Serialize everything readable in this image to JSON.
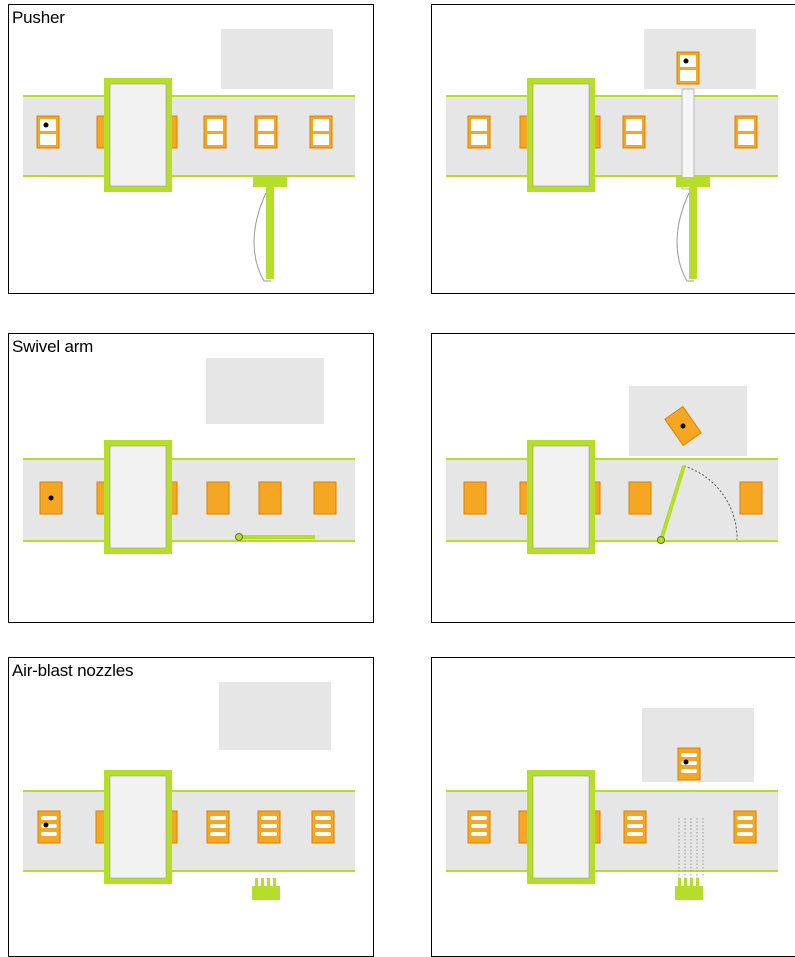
{
  "labels": {
    "pusher": "Pusher",
    "swivel_arm": "Swivel arm",
    "air_blast": "Air-blast nozzles"
  },
  "panels": [
    {
      "id": "pusher-before",
      "method": "pusher",
      "state": "before"
    },
    {
      "id": "pusher-after",
      "method": "pusher",
      "state": "after"
    },
    {
      "id": "swivel-before",
      "method": "swivel_arm",
      "state": "before"
    },
    {
      "id": "swivel-after",
      "method": "swivel_arm",
      "state": "after"
    },
    {
      "id": "air-before",
      "method": "air_blast",
      "state": "before"
    },
    {
      "id": "air-after",
      "method": "air_blast",
      "state": "after"
    }
  ],
  "colors": {
    "conveyor": "#e6e6e6",
    "conveyor_edge": "#b6dd2a",
    "accent_green": "#b6dd2a",
    "item_orange": "#f5a623",
    "item_orange_dark": "#d98300",
    "bin": "#e6e6e6",
    "scanner_fill": "#ececec"
  }
}
